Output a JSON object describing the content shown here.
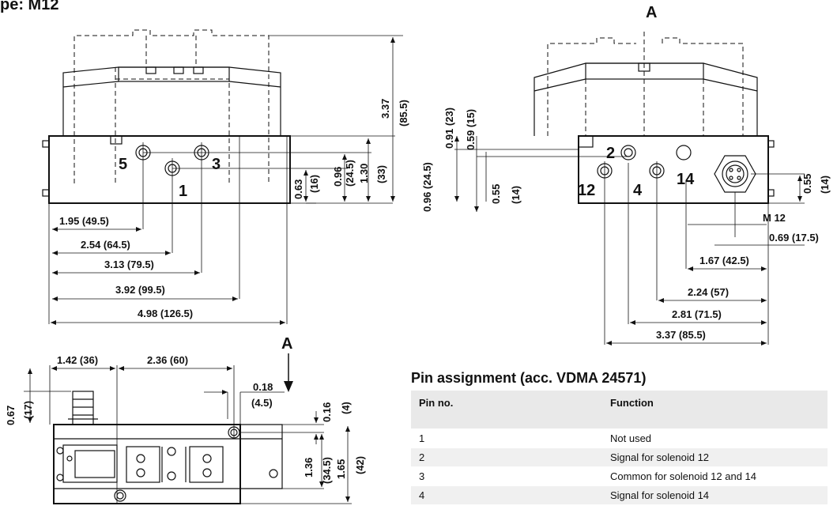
{
  "page": {
    "header_fragment": "pe: M12",
    "view_marker": "A"
  },
  "front_view": {
    "ports": [
      "5",
      "1",
      "3"
    ],
    "dim_height_overall": "3.37",
    "dim_height_overall_mm": "(85.5)",
    "dim_v1": "0.63",
    "dim_v1_mm": "(16)",
    "dim_v2": "0.96",
    "dim_v2_mm": "(24.5)",
    "dim_v3": "1.30",
    "dim_v3_mm": "(33)",
    "dims_horizontal": [
      "1.95 (49.5)",
      "2.54 (64.5)",
      "3.13 (79.5)",
      "3.92 (99.5)",
      "4.98 (126.5)"
    ]
  },
  "side_view": {
    "ports": [
      "2",
      "12",
      "4",
      "14"
    ],
    "dim_left_0_91": "0.91 (23)",
    "dim_left_0_59": "0.59 (15)",
    "dim_left_0_96": "0.96 (24.5)",
    "dim_left_0_55": "0.55",
    "dim_left_0_55_mm": "(14)",
    "dim_right_0_55": "0.55",
    "dim_right_0_55_mm": "(14)",
    "thread": "M 12",
    "dims_horizontal": [
      "0.69 (17.5)",
      "1.67 (42.5)",
      "2.24 (57)",
      "2.81 (71.5)",
      "3.37 (85.5)"
    ]
  },
  "top_view": {
    "dim_1_42": "1.42 (36)",
    "dim_2_36": "2.36 (60)",
    "dim_0_18": "0.18",
    "dim_0_18_mm": "(4.5)",
    "dim_0_16": "0.16",
    "dim_0_16_mm": "(4)",
    "dim_0_67": "0.67",
    "dim_0_67_mm": "(17)",
    "dim_1_36": "1.36",
    "dim_1_36_mm": "(34.5)",
    "dim_1_65": "1.65",
    "dim_1_65_mm": "(42)"
  },
  "pin_table": {
    "title": "Pin assignment (acc. VDMA 24571)",
    "headers": [
      "Pin no.",
      "Function"
    ],
    "rows": [
      [
        "1",
        "Not used"
      ],
      [
        "2",
        "Signal for solenoid 12"
      ],
      [
        "3",
        "Common for solenoid 12 and 14"
      ],
      [
        "4",
        "Signal for solenoid 14"
      ]
    ]
  }
}
